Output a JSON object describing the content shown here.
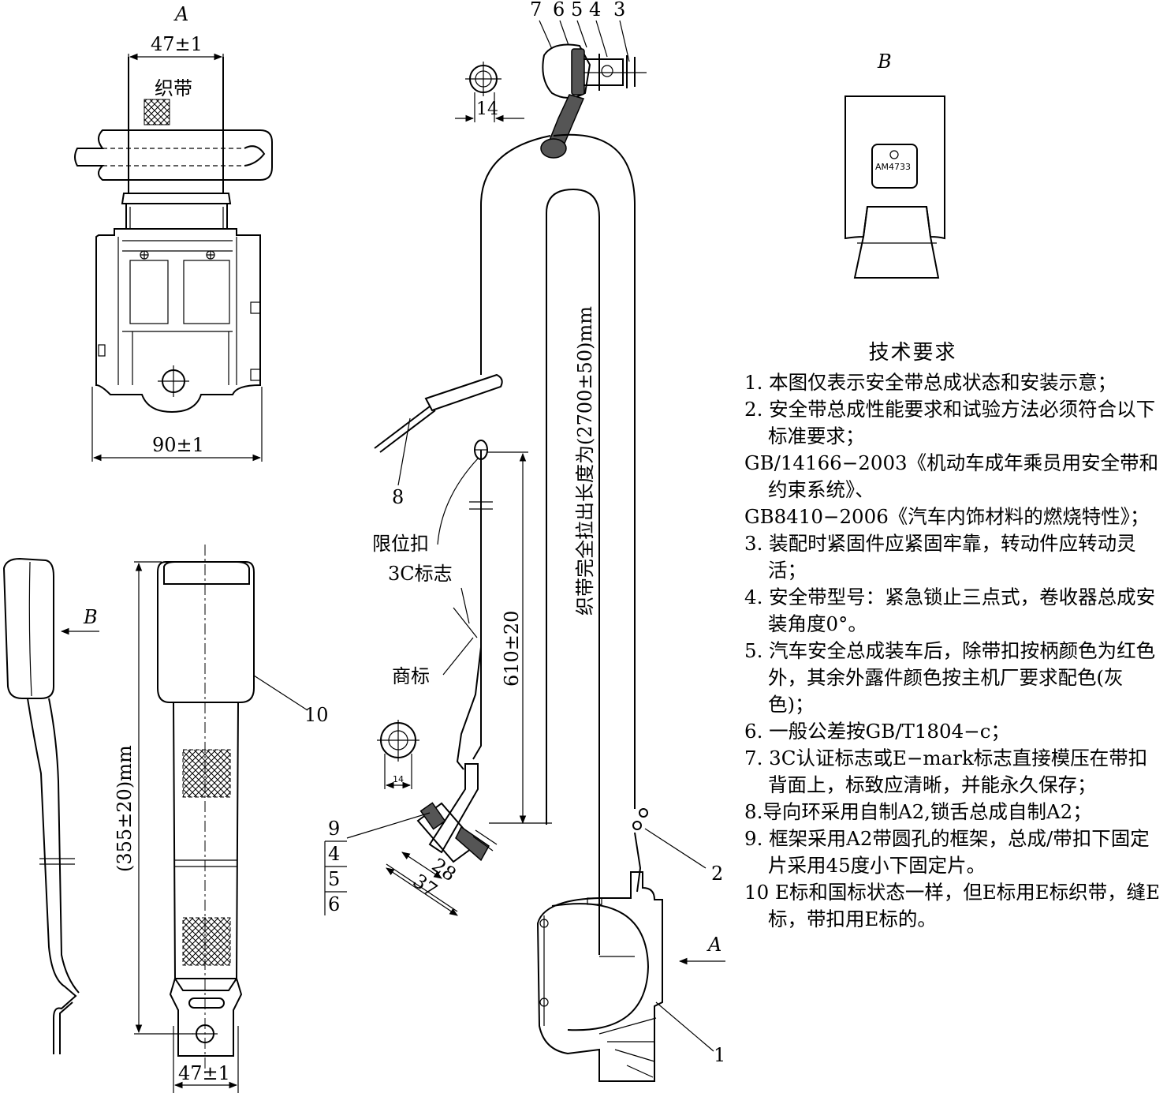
{
  "views": {
    "view_a": "A",
    "view_b": "B",
    "arrow_a": "A",
    "arrow_b": "B"
  },
  "dimensions": {
    "webbing_width_top": "47±1",
    "retractor_width": "90±1",
    "webbing_width_bottom": "47±1",
    "buckle_length": "(355±20)mm",
    "pullout_length": "织带完全拉出长度为(2700±50)mm",
    "stop_distance": "610±20",
    "bolt_size_top": "14",
    "bolt_size_bottom": "14",
    "dim_28": "28",
    "dim_37": "37"
  },
  "labels": {
    "webbing": "织带",
    "stop_button": "限位扣",
    "mark_3c": "3C标志",
    "trademark": "商标",
    "buckle_plate_code": "AM4733"
  },
  "callouts": {
    "top_row": [
      "7",
      "6",
      "5",
      "4",
      "3"
    ],
    "c8": "8",
    "c9": "9",
    "c4": "4",
    "c5": "5",
    "c6": "6",
    "c10": "10",
    "c2": "2",
    "c1": "1"
  },
  "tech_requirements": {
    "title": "技术要求",
    "items": [
      "1. 本图仅表示安全带总成状态和安装示意；",
      "2. 安全带总成性能要求和试验方法必须符合以下标准要求；",
      "GB/14166−2003《机动车成年乘员用安全带和约束系统》、",
      "GB8410−2006《汽车内饰材料的燃烧特性》；",
      "3. 装配时紧固件应紧固牢靠，转动件应转动灵活；",
      "4. 安全带型号：紧急锁止三点式，卷收器总成安装角度0°。",
      "5. 汽车安全总成装车后，除带扣按柄颜色为红色外，其余外露件颜色按主机厂要求配色(灰色)；",
      "6. 一般公差按GB/T1804−c；",
      "7. 3C认证标志或E−mark标志直接模压在带扣背面上，标致应清晰，并能永久保存；",
      "8.导向环采用自制A2,锁舌总成自制A2；",
      "9. 框架采用A2带圆孔的框架，总成/带扣下固定片采用45度小下固定片。",
      "10 E标和国标状态一样，但E标用E标织带，缝E标，带扣用E标的。"
    ]
  }
}
